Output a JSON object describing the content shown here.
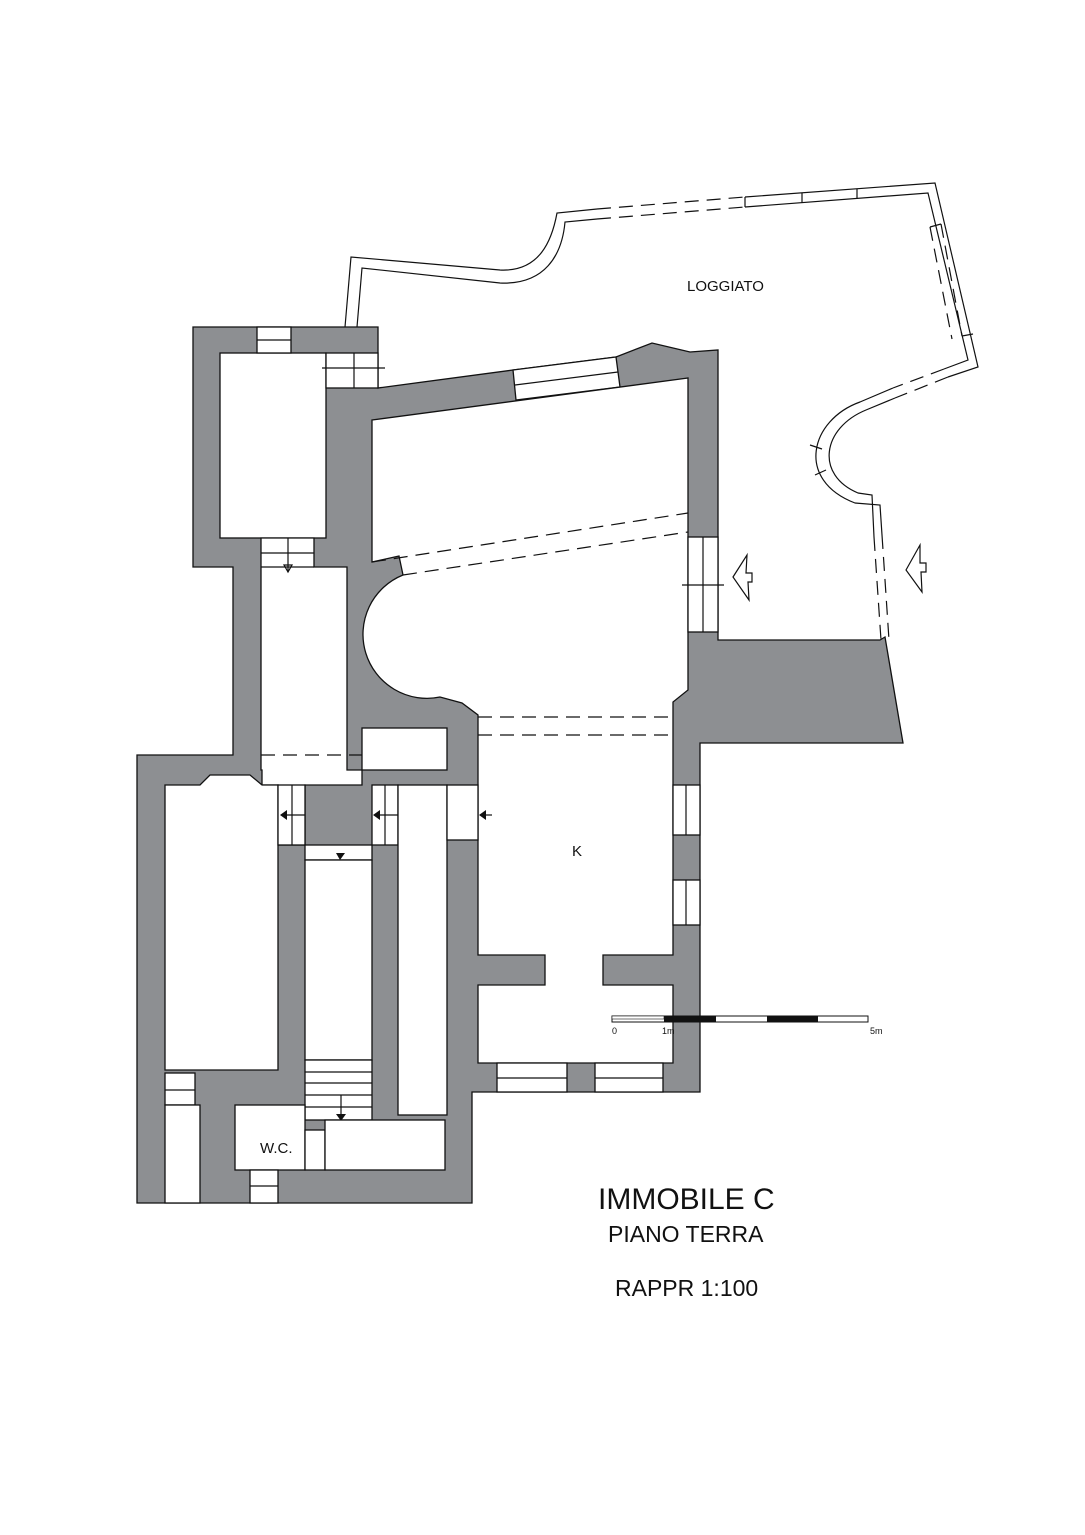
{
  "drawing": {
    "title": "IMMOBILE C",
    "subtitle": "PIANO TERRA",
    "scale_text": "RAPPR 1:100",
    "colors": {
      "wall": "#8d8f92",
      "line": "#111111"
    }
  },
  "rooms": {
    "loggiato": "LOGGIATO",
    "kitchen": "K",
    "wc": "W.C."
  },
  "scale_bar": {
    "label_zero": "0",
    "label_one": "1m",
    "label_five": "5m"
  }
}
